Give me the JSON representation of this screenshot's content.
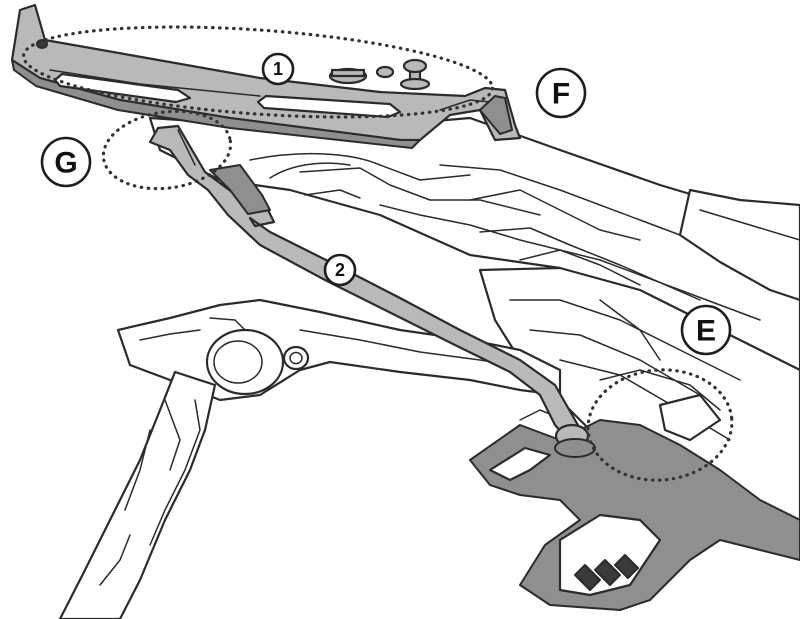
{
  "callouts": {
    "part_1": "1",
    "part_2": "2",
    "mount_e": "E",
    "mount_f": "F",
    "mount_g": "G"
  }
}
